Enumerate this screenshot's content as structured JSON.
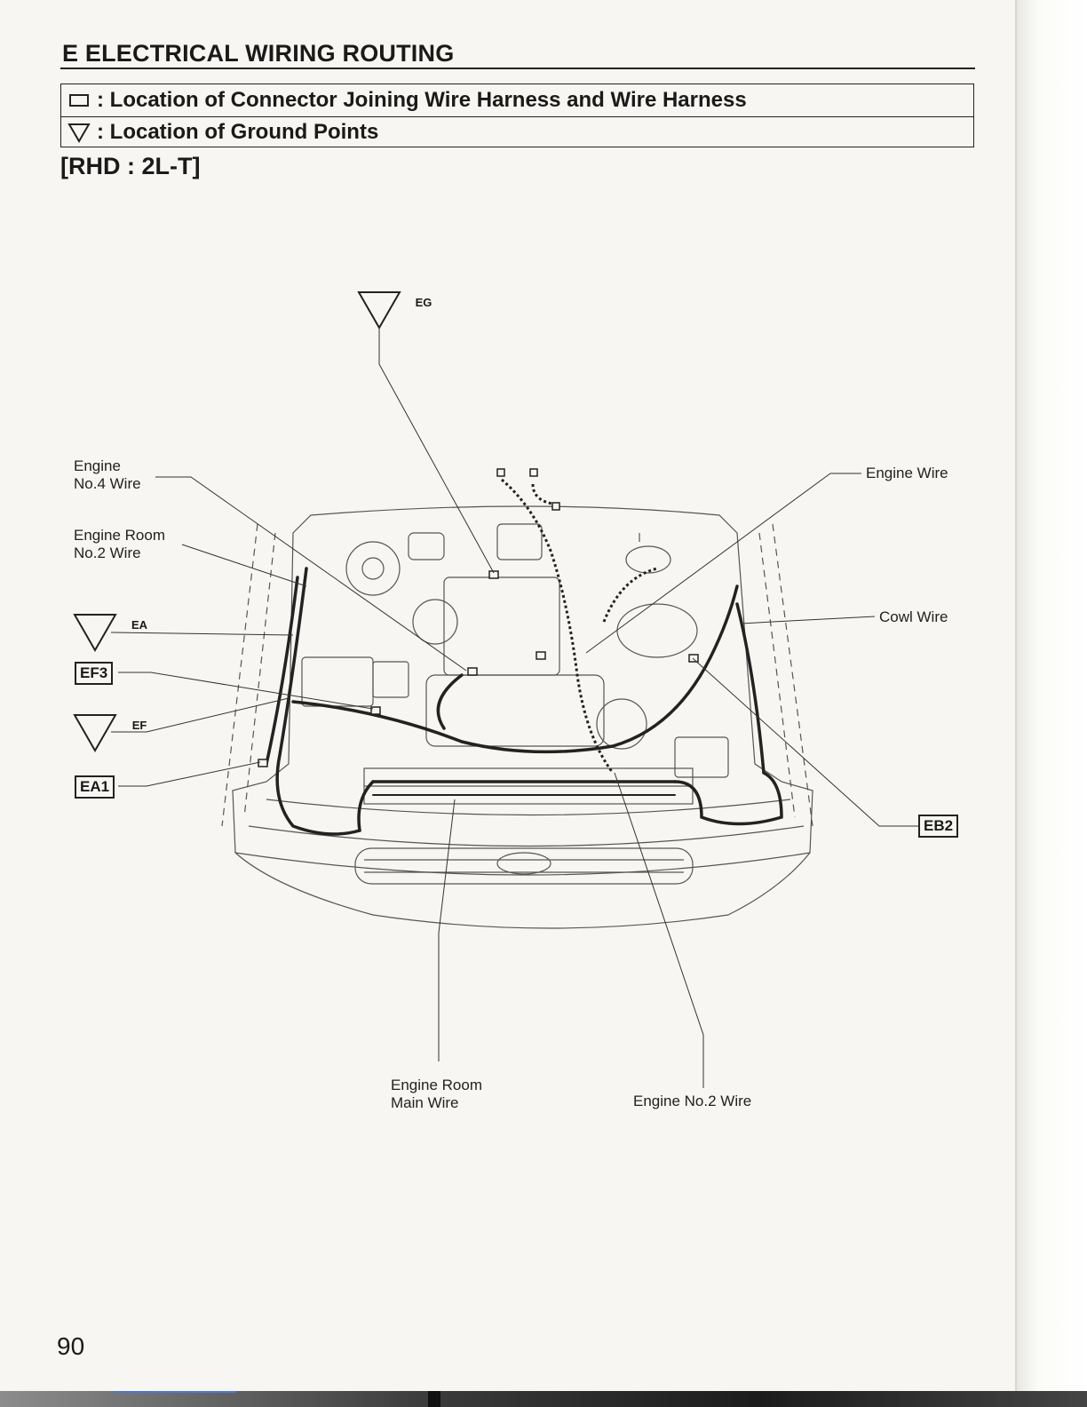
{
  "section_title": "E  ELECTRICAL WIRING ROUTING",
  "legend": {
    "connector": {
      "icon": "rectangle-icon",
      "text": ": Location of Connector Joining Wire Harness and Wire Harness"
    },
    "ground": {
      "icon": "triangle-down-icon",
      "text": ": Location of Ground Points"
    }
  },
  "variant": "[RHD : 2L-T]",
  "ground_points": {
    "eg": "EG",
    "ea": "EA",
    "ef": "EF"
  },
  "connectors": {
    "ef3": "EF3",
    "ea1": "EA1",
    "eb2": "EB2"
  },
  "wire_labels": {
    "engine_no4": {
      "line1": "Engine",
      "line2": "No.4 Wire"
    },
    "engine_room_no2": {
      "line1": "Engine Room",
      "line2": "No.2 Wire"
    },
    "engine_wire": "Engine Wire",
    "cowl_wire": "Cowl Wire",
    "engine_room_main": {
      "line1": "Engine Room",
      "line2": "Main Wire"
    },
    "engine_no2": "Engine No.2 Wire"
  },
  "page_number": "90"
}
